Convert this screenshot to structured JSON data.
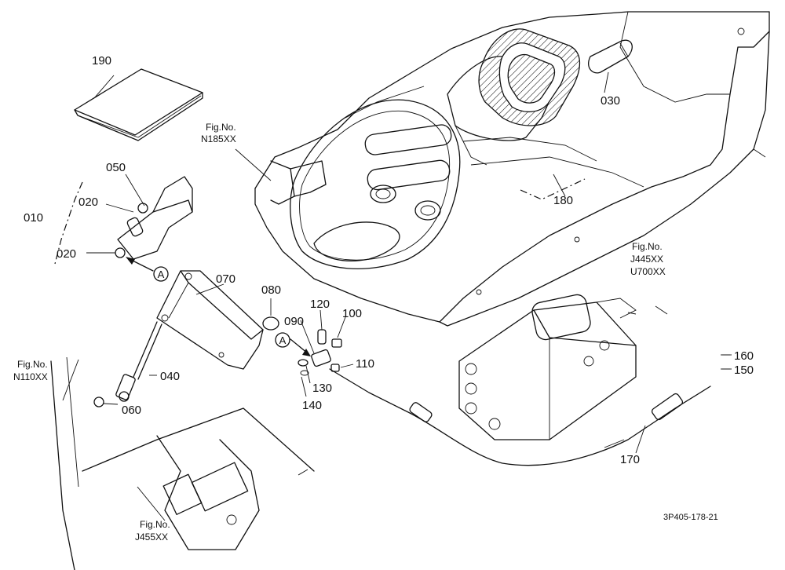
{
  "parts": {
    "p010": "010",
    "p020a": "020",
    "p020b": "020",
    "p030": "030",
    "p040": "040",
    "p050": "050",
    "p060": "060",
    "p070": "070",
    "p080": "080",
    "p090": "090",
    "p100": "100",
    "p110": "110",
    "p120": "120",
    "p130": "130",
    "p140": "140",
    "p150": "150",
    "p160": "160",
    "p170": "170",
    "p180": "180",
    "p190": "190"
  },
  "refs": {
    "n185": {
      "label": "Fig.No.",
      "code": "N185XX"
    },
    "n110": {
      "label": "Fig.No.",
      "code": "N110XX"
    },
    "j445": {
      "label": "Fig.No.",
      "code": "J445XX",
      "code2": "U700XX"
    },
    "j455": {
      "label": "Fig.No.",
      "code": "J455XX"
    }
  },
  "callouts": {
    "a1": "A",
    "a2": "A"
  },
  "drawing_code": "3P405-178-21"
}
